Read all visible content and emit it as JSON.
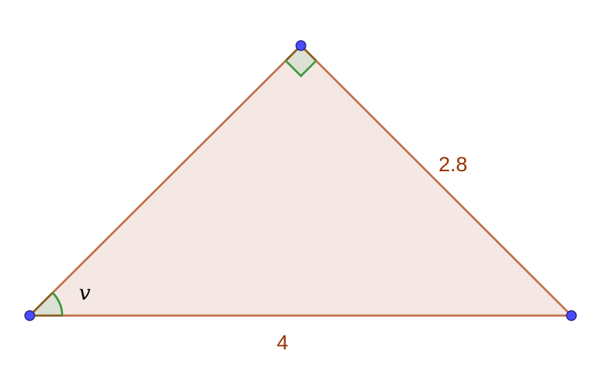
{
  "diagram": {
    "side_label_hypotenuse": "4",
    "side_label_leg": "2.8",
    "angle_label": "v",
    "right_angle_marked": true,
    "colors": {
      "triangle_fill": "#f5e8e4",
      "triangle_stroke": "#c0704a",
      "label": "#993300",
      "angle_stroke": "#3a9a3a",
      "angle_fill": "#dde0d4",
      "angle_edge": "#8a5a1a",
      "vertex_fill": "#4c4cff",
      "vertex_stroke": "#22227a",
      "angle_text": "#000000"
    }
  }
}
